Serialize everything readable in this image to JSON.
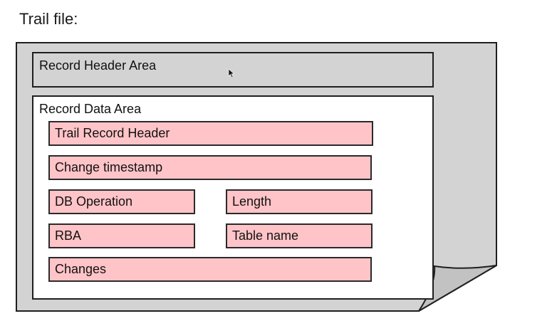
{
  "diagram": {
    "title": "Trail file:",
    "header_area": {
      "label": "Record Header Area"
    },
    "data_area": {
      "label": "Record Data Area",
      "fields": {
        "trail_record_header": "Trail Record Header",
        "change_timestamp": "Change timestamp",
        "db_operation": "DB Operation",
        "length": "Length",
        "rba": "RBA",
        "table_name": "Table name",
        "changes": "Changes"
      }
    }
  },
  "colors": {
    "page_fill": "#d3d3d3",
    "field_fill": "#ffc4c8",
    "border": "#1f1f1f"
  },
  "icons": {
    "cursor": "mouse-pointer-icon"
  }
}
